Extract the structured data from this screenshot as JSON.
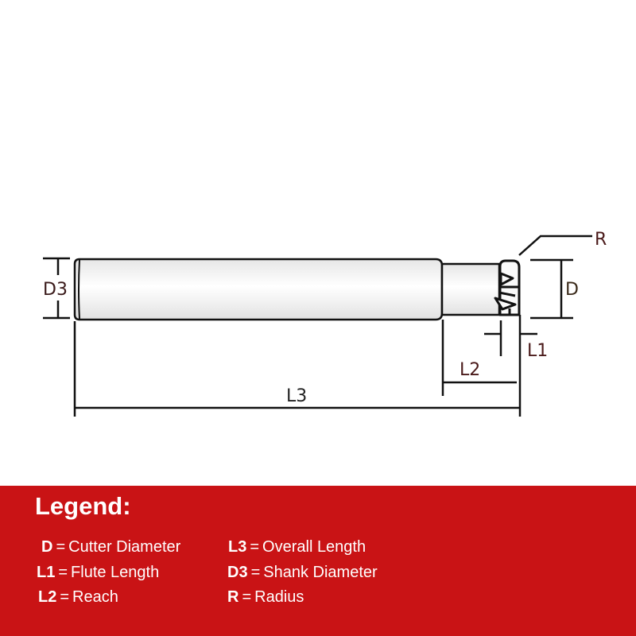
{
  "drawing": {
    "title": "End mill dimension drawing",
    "labels": {
      "D3": "D3",
      "D": "D",
      "R": "R",
      "L1": "L1",
      "L2": "L2",
      "L3": "L3"
    },
    "colors": {
      "line": "#111111",
      "label": "#4a1a1a",
      "body_fill": "#f2f2f2"
    }
  },
  "legend": {
    "title": "Legend:",
    "background": "#c91315",
    "items": [
      {
        "symbol": "D",
        "equals": "=",
        "meaning": "Cutter Diameter"
      },
      {
        "symbol": "L1",
        "equals": "=",
        "meaning": "Flute Length"
      },
      {
        "symbol": "L2",
        "equals": "=",
        "meaning": "Reach"
      },
      {
        "symbol": "L3",
        "equals": "=",
        "meaning": "Overall Length"
      },
      {
        "symbol": "D3",
        "equals": "=",
        "meaning": "Shank Diameter"
      },
      {
        "symbol": "R",
        "equals": "=",
        "meaning": "Radius"
      }
    ]
  }
}
